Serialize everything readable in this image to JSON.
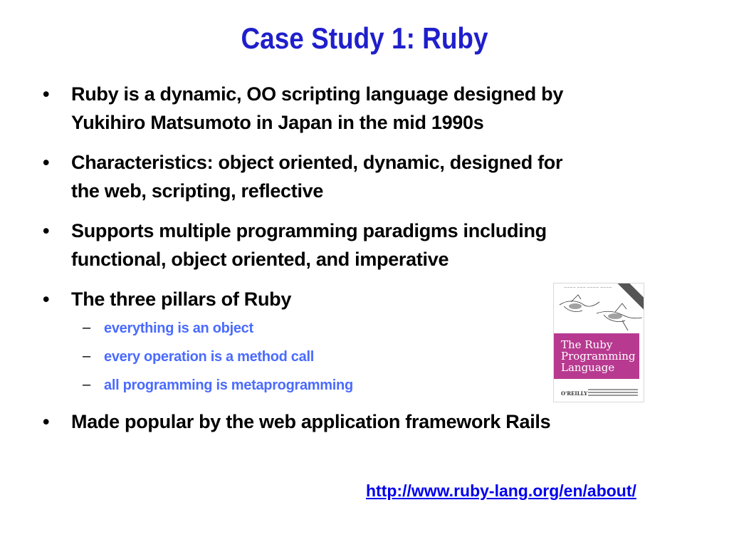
{
  "slide": {
    "title": "Case Study 1: Ruby",
    "bullets": [
      {
        "marker": "•",
        "line1": "Ruby is a dynamic, OO scripting language designed by",
        "line2": "Yukihiro Matsumoto in Japan in the mid 1990s"
      },
      {
        "marker": "•",
        "line1": "Characteristics:  object oriented, dynamic, designed for",
        "line2": "the web, scripting, reflective"
      },
      {
        "marker": "•",
        "line1": "Supports multiple programming paradigms including",
        "line2": "functional, object oriented, and imperative"
      },
      {
        "marker": "•",
        "line1": "The three pillars of Ruby",
        "subitems": [
          {
            "marker": "–",
            "text": "everything is an object"
          },
          {
            "marker": "–",
            "text": "every operation is a method call"
          },
          {
            "marker": "–",
            "text": "all programming is metaprogramming"
          }
        ]
      },
      {
        "marker": "•",
        "line1": "Made popular by the web application framework Rails"
      }
    ],
    "book": {
      "title": "The Ruby\nProgramming\nLanguage",
      "publisher": "O'REILLY"
    },
    "link": "http://www.ruby-lang.org/en/about/"
  },
  "colors": {
    "title": "#1f1fcc",
    "subitem_text": "#4a6bff",
    "book_panel": "#b83a90",
    "link": "#0000ee"
  }
}
